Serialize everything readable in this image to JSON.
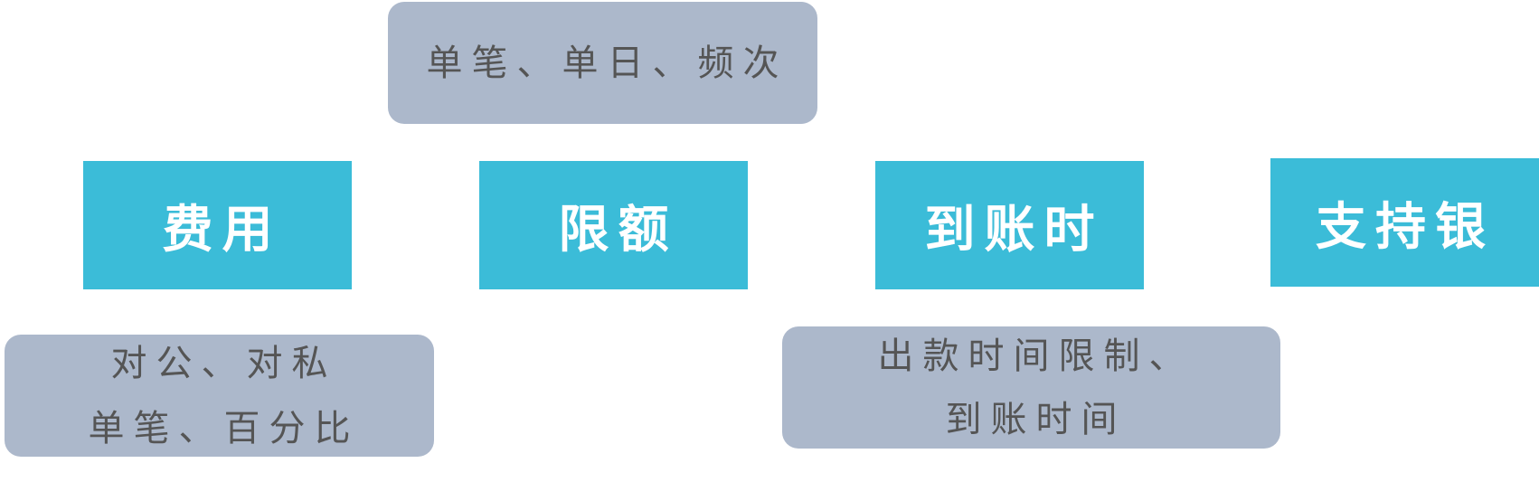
{
  "categories": {
    "fee": "费用",
    "limit": "限额",
    "arrival": "到账时",
    "bank": "支持银"
  },
  "notes": {
    "limit": "单笔、单日、频次",
    "fee_line1": "对公、对私",
    "fee_line2": "单笔、百分比",
    "arrival_line1": "出款时间限制、",
    "arrival_line2": "到账时间"
  },
  "colors": {
    "category_fill": "#3bbcd8",
    "category_text": "#ffffff",
    "note_fill": "#acb8cb",
    "note_text": "#555555"
  }
}
